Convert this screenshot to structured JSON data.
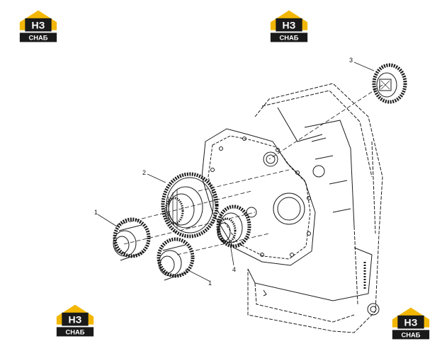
{
  "logo": {
    "mark": "НЗ",
    "word": "СНАБ",
    "colors": {
      "roof": "#f2b705",
      "dark": "#1a1a1a",
      "mark_fill": "#ffffff"
    }
  },
  "callouts": [
    {
      "id": "1",
      "label": "1"
    },
    {
      "id": "2",
      "label": "2"
    },
    {
      "id": "3",
      "label": "3"
    },
    {
      "id": "4",
      "label": "4"
    },
    {
      "id": "1b",
      "label": "1"
    }
  ],
  "colors": {
    "line": "#1a1a1a",
    "background": "#ffffff"
  }
}
